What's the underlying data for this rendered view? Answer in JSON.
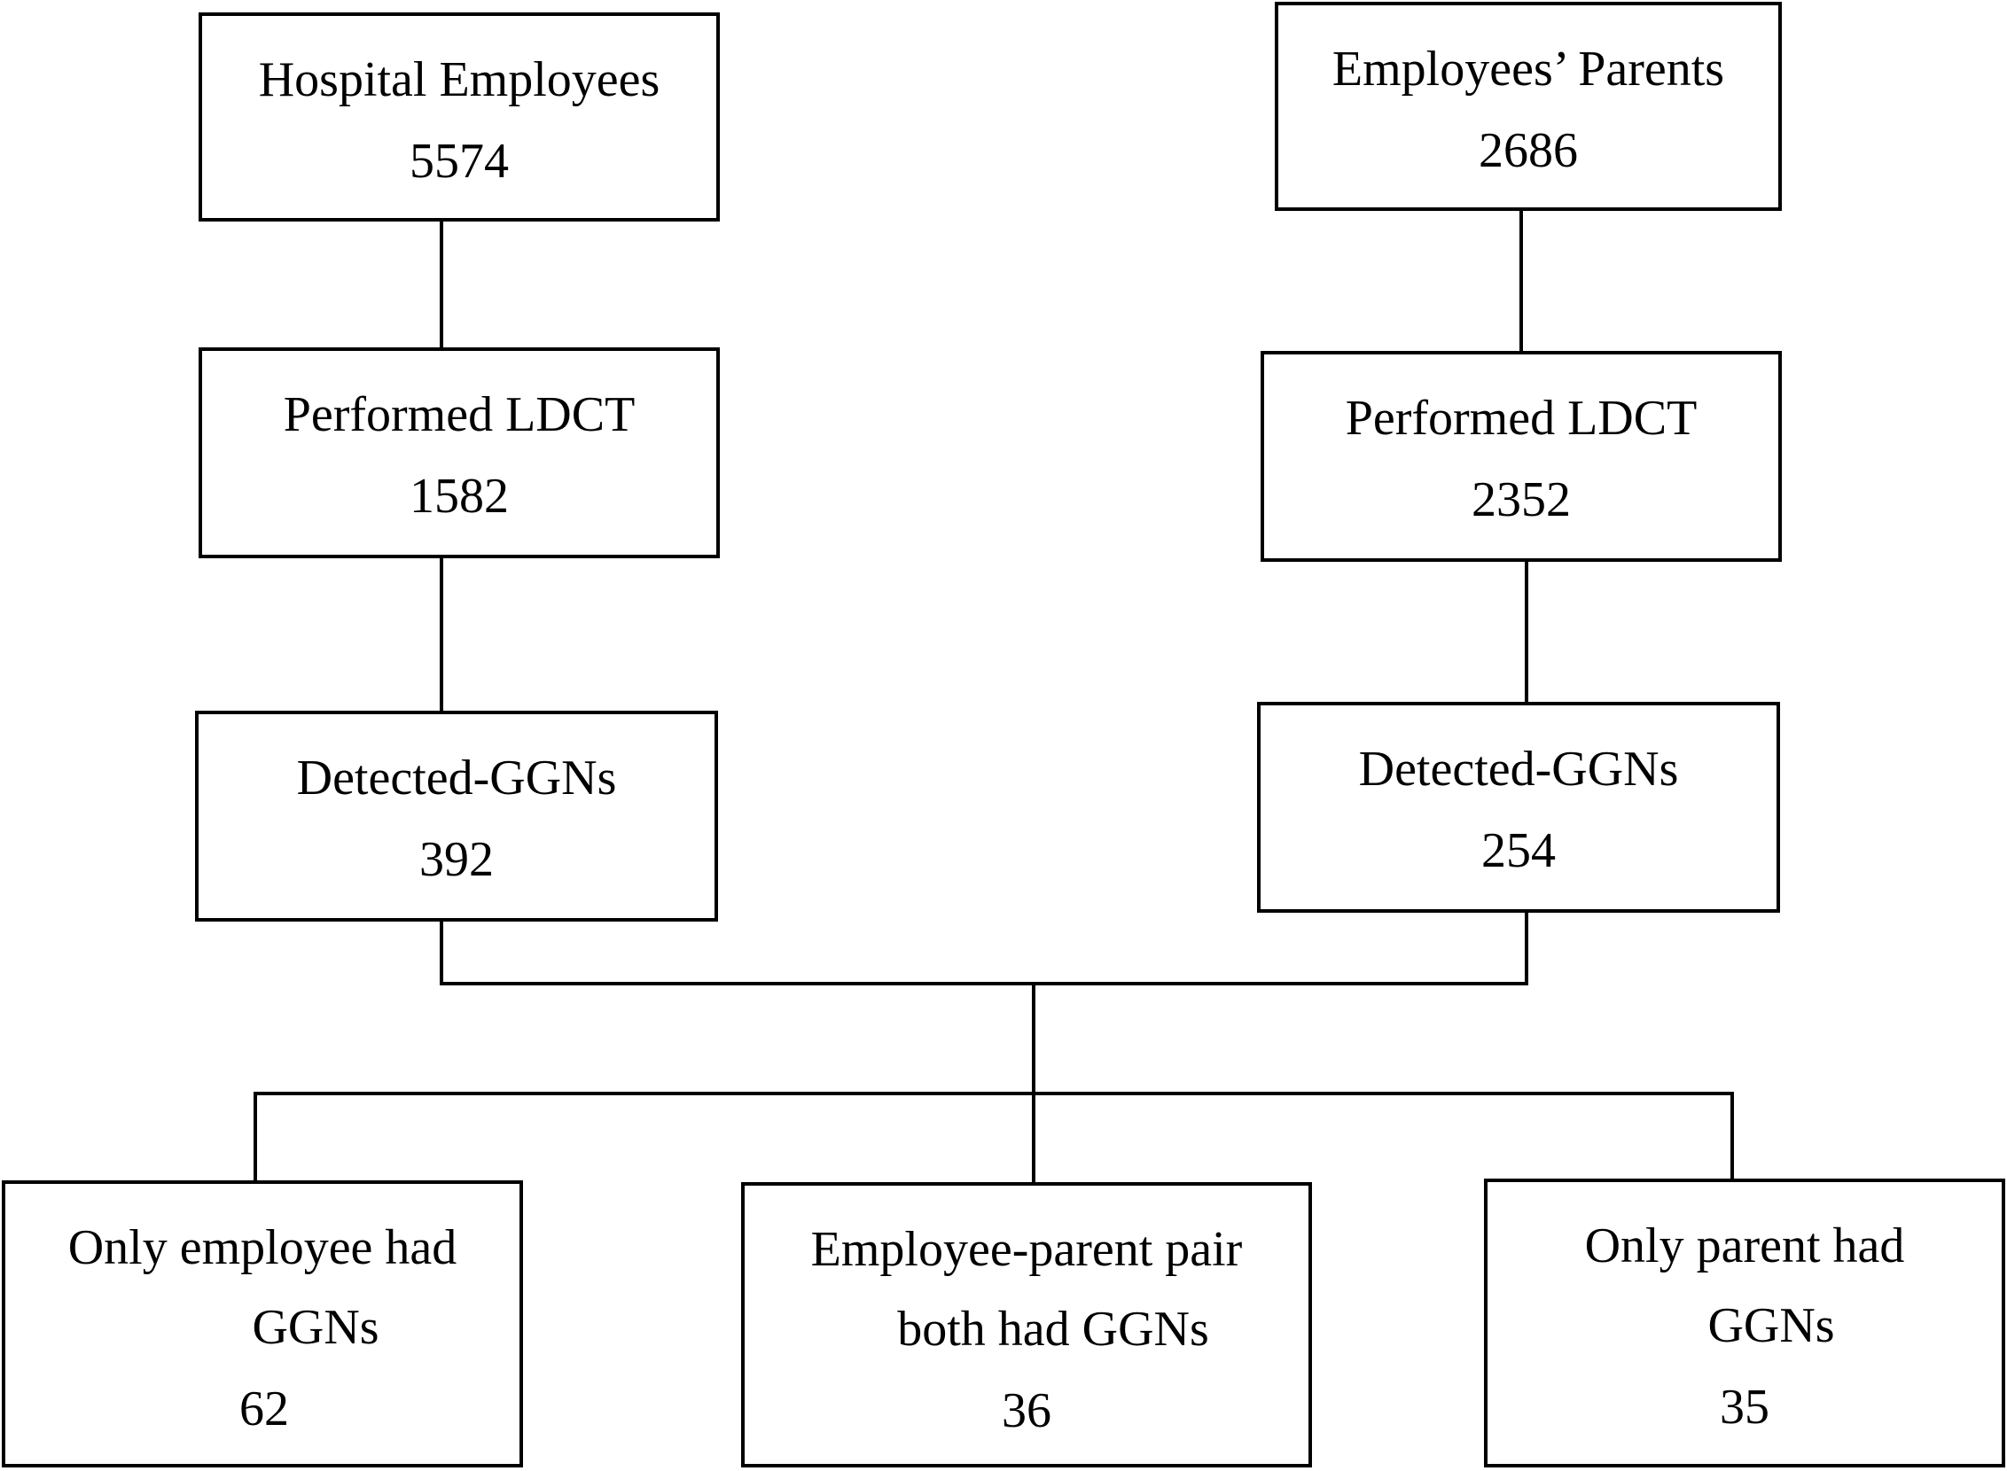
{
  "nodes": {
    "hospital_employees": {
      "label": "Hospital Employees",
      "count": "5574"
    },
    "employees_parents": {
      "label": "Employees’ Parents",
      "count": "2686"
    },
    "employees_ldct": {
      "label": "Performed LDCT",
      "count": "1582"
    },
    "parents_ldct": {
      "label": "Performed LDCT",
      "count": "2352"
    },
    "employees_ggns": {
      "label": "Detected-GGNs",
      "count": "392"
    },
    "parents_ggns": {
      "label": "Detected-GGNs",
      "count": "254"
    },
    "only_employee": {
      "label_line1": "Only employee had",
      "label_line2": "GGNs",
      "count": "62"
    },
    "pair_both": {
      "label_line1": "Employee-parent pair",
      "label_line2": "both had GGNs",
      "count": "36"
    },
    "only_parent": {
      "label_line1": "Only parent had",
      "label_line2": "GGNs",
      "count": "35"
    }
  }
}
